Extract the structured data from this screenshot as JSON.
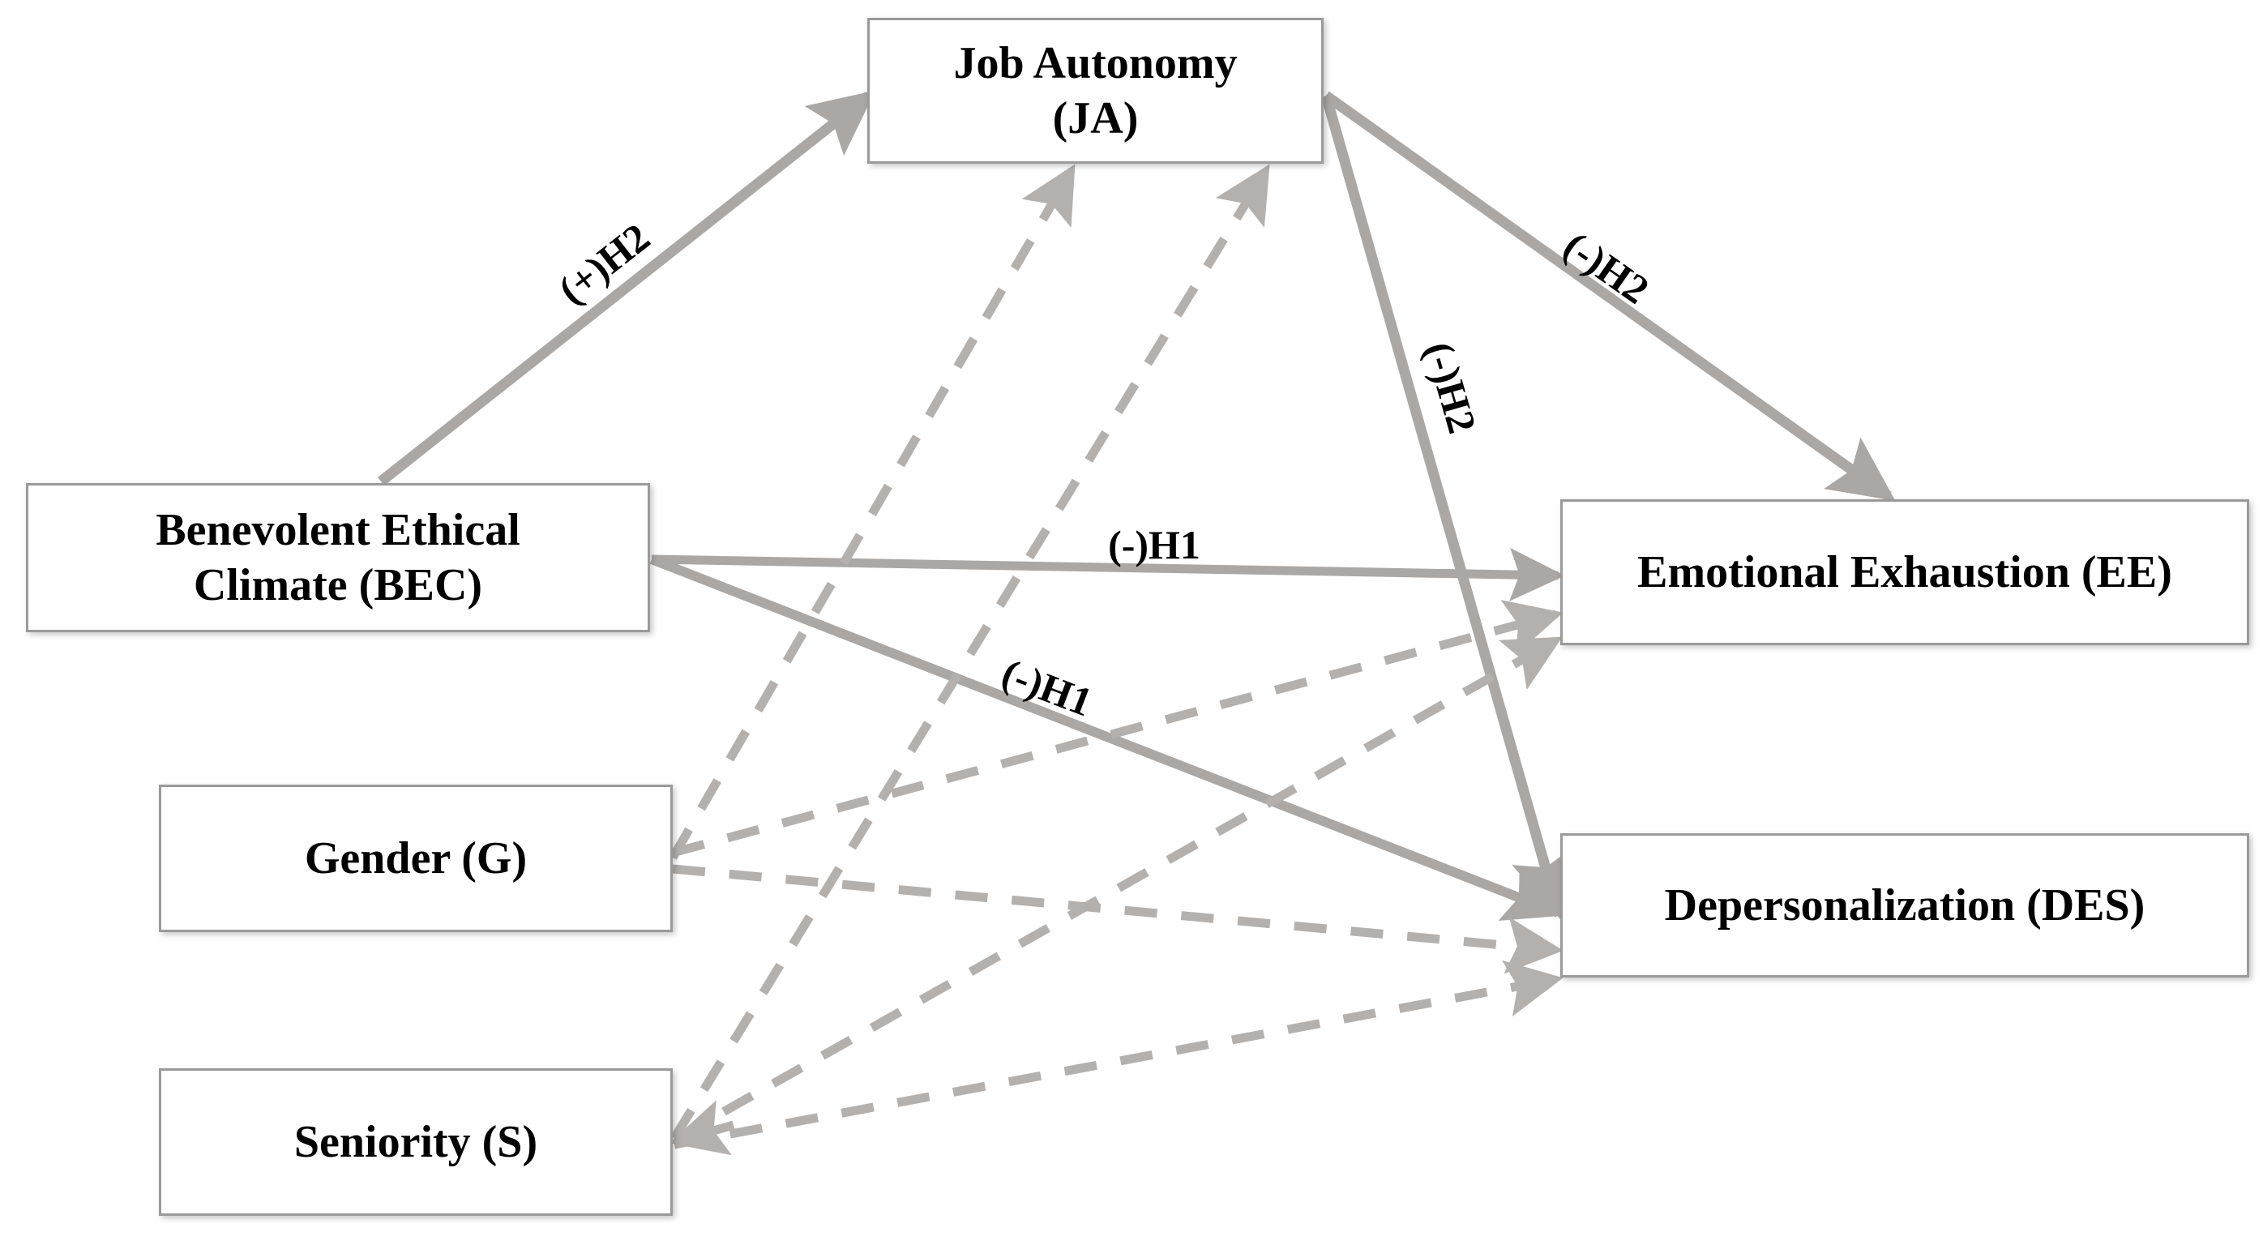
{
  "diagram": {
    "title": "Benevolent Ethical Climate research model",
    "type": "path-diagram",
    "colors": {
      "node_border": "#9a9a9a",
      "node_fill": "#ffffff",
      "solid_edge": "#aaa7a4",
      "dashed_edge": "#b3b0ad",
      "text": "#000000",
      "background": "#ffffff"
    },
    "nodes": [
      {
        "id": "JA",
        "label": "Job Autonomy\n(JA)",
        "name": "Job Autonomy",
        "abbr": "JA"
      },
      {
        "id": "BEC",
        "label": "Benevolent Ethical\nClimate (BEC)",
        "name": "Benevolent Ethical Climate",
        "abbr": "BEC"
      },
      {
        "id": "EE",
        "label": "Emotional Exhaustion (EE)",
        "name": "Emotional Exhaustion",
        "abbr": "EE"
      },
      {
        "id": "DES",
        "label": "Depersonalization (DES)",
        "name": "Depersonalization",
        "abbr": "DES"
      },
      {
        "id": "G",
        "label": "Gender (G)",
        "name": "Gender",
        "abbr": "G"
      },
      {
        "id": "S",
        "label": "Seniority (S)",
        "name": "Seniority",
        "abbr": "S"
      }
    ],
    "edges": [
      {
        "id": "e1",
        "from": "BEC",
        "to": "JA",
        "style": "solid",
        "label": "(+)H2",
        "sign": "+",
        "hypothesis": "H2"
      },
      {
        "id": "e2",
        "from": "JA",
        "to": "EE",
        "style": "solid",
        "label": "(-)H2",
        "sign": "-",
        "hypothesis": "H2"
      },
      {
        "id": "e3",
        "from": "JA",
        "to": "DES",
        "style": "solid",
        "label": "(-)H2",
        "sign": "-",
        "hypothesis": "H2"
      },
      {
        "id": "e4",
        "from": "BEC",
        "to": "EE",
        "style": "solid",
        "label": "(-)H1",
        "sign": "-",
        "hypothesis": "H1"
      },
      {
        "id": "e5",
        "from": "BEC",
        "to": "DES",
        "style": "solid",
        "label": "(-)H1",
        "sign": "-",
        "hypothesis": "H1"
      },
      {
        "id": "e6",
        "from": "G",
        "to": "JA",
        "style": "dashed",
        "label": ""
      },
      {
        "id": "e7",
        "from": "G",
        "to": "EE",
        "style": "dashed",
        "label": ""
      },
      {
        "id": "e8",
        "from": "G",
        "to": "DES",
        "style": "dashed",
        "label": ""
      },
      {
        "id": "e9",
        "from": "S",
        "to": "JA",
        "style": "dashed",
        "label": ""
      },
      {
        "id": "e10",
        "from": "S",
        "to": "EE",
        "style": "dashed",
        "label": ""
      },
      {
        "id": "e11",
        "from": "S",
        "to": "DES",
        "style": "dashed",
        "label": ""
      }
    ],
    "edge_labels": [
      {
        "id": "l1",
        "text": "(+)H2"
      },
      {
        "id": "l2",
        "text": "(-)H2"
      },
      {
        "id": "l3",
        "text": "(-)H2"
      },
      {
        "id": "l4",
        "text": "(-)H1"
      },
      {
        "id": "l5",
        "text": "(-)H1"
      }
    ]
  }
}
